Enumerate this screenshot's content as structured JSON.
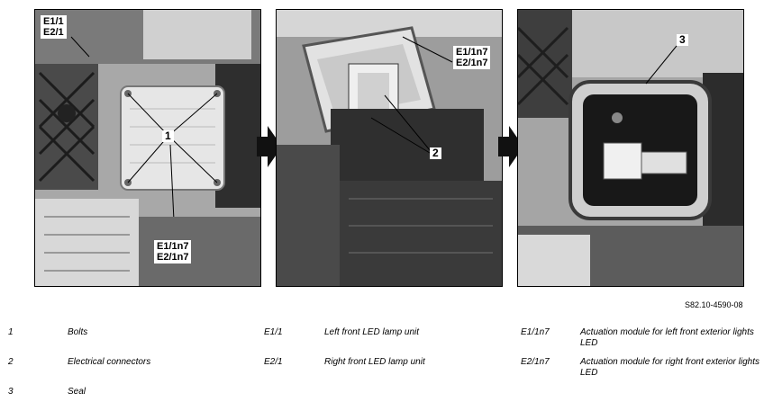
{
  "figure": {
    "panels": [
      {
        "callouts": [
          "E1/1\nE2/1",
          "1",
          "E1/1n7\nE2/1n7"
        ]
      },
      {
        "callouts": [
          "E1/1n7\nE2/1n7",
          "2"
        ]
      },
      {
        "callouts": [
          "3"
        ]
      }
    ],
    "figure_id": "S82.10-4590-08"
  },
  "legend": {
    "col1": [
      {
        "key": "1",
        "text": "Bolts"
      },
      {
        "key": "2",
        "text": "Electrical connectors"
      },
      {
        "key": "3",
        "text": "Seal"
      }
    ],
    "col2": [
      {
        "key": "E1/1",
        "text": "Left front LED lamp unit"
      },
      {
        "key": "E2/1",
        "text": "Right front LED lamp unit"
      }
    ],
    "col3": [
      {
        "key": "E1/1n7",
        "text": "Actuation module for left front exterior lights LED"
      },
      {
        "key": "E2/1n7",
        "text": "Actuation module for right front exterior lights LED"
      }
    ]
  },
  "colors": {
    "photo_bg": "#b9b9b9",
    "dark_part": "#3a3a3a",
    "light_part": "#e6e6e6",
    "arrow": "#111111"
  }
}
